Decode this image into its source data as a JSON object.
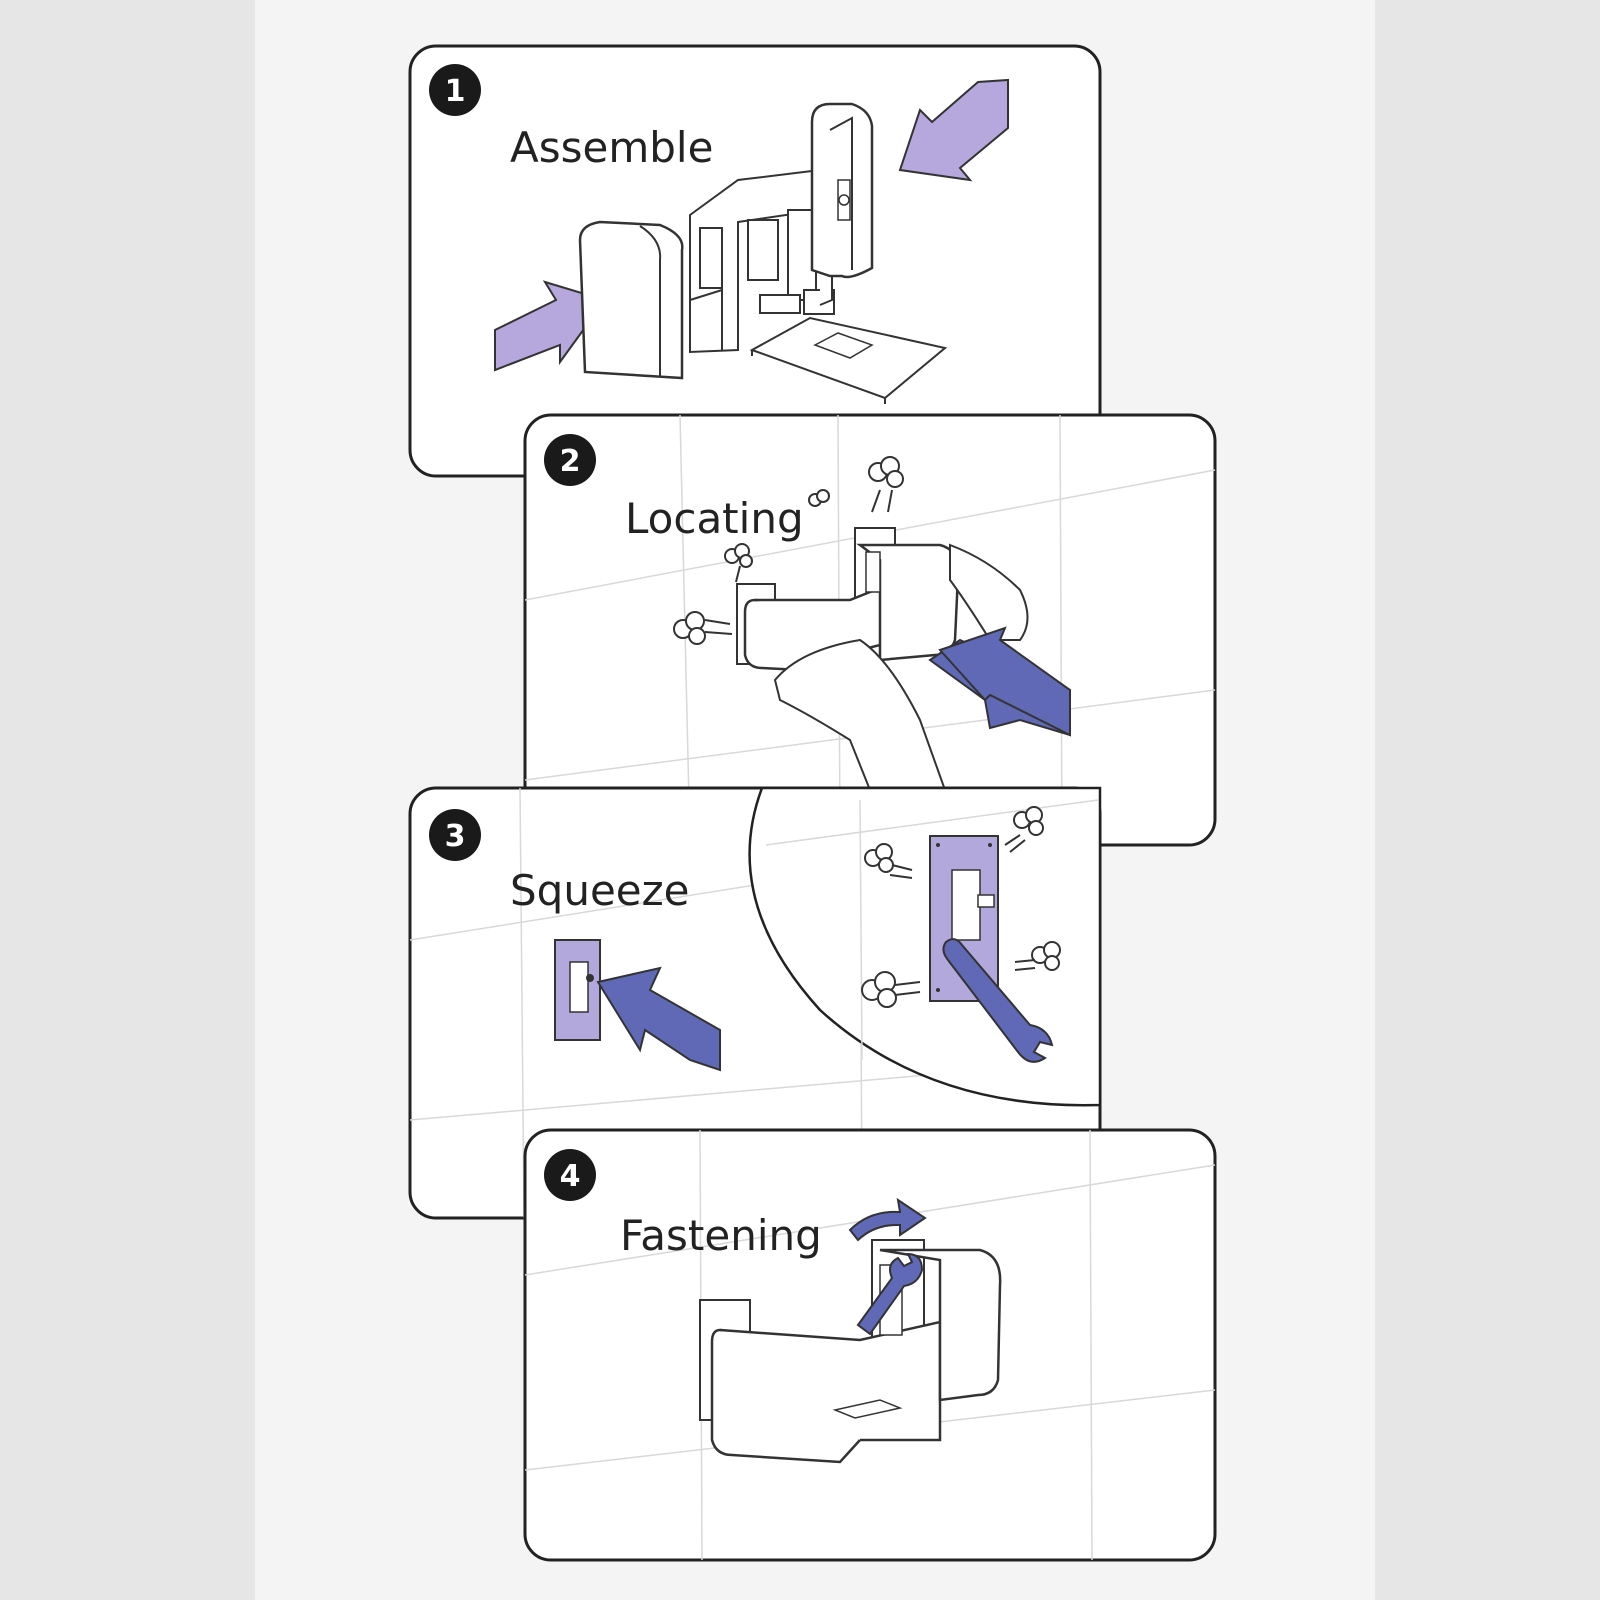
{
  "colors": {
    "background": "#f4f4f4",
    "panel_fill": "#ffffff",
    "panel_border": "#222222",
    "arrow_light": "#b6a8dc",
    "arrow_dark": "#5f69b6",
    "sticker": "#b3a8dc"
  },
  "steps": [
    {
      "number": "1",
      "label": "Assemble"
    },
    {
      "number": "2",
      "label": "Locating"
    },
    {
      "number": "3",
      "label": "Squeeze"
    },
    {
      "number": "4",
      "label": "Fastening"
    }
  ]
}
